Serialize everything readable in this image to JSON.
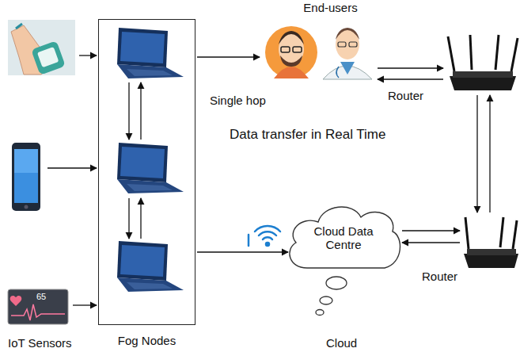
{
  "diagram": {
    "nodes": [
      {
        "text": [
          "Fog Nodes"
        ]
      },
      {
        "text": [
          "End-users"
        ]
      },
      {
        "text": [
          "Router"
        ]
      },
      {
        "text": [
          "Router"
        ]
      },
      {
        "text": [
          "Cloud Data Centre"
        ]
      }
    ],
    "edges": [
      {
        "from": 0,
        "to": 1,
        "arrow": "to",
        "label": "Single hop"
      },
      {
        "from": 1,
        "to": 2,
        "arrow": "to"
      },
      {
        "from": 2,
        "to": 1,
        "arrow": "to"
      },
      {
        "from": 2,
        "to": 3,
        "arrow": "to"
      },
      {
        "from": 3,
        "to": 2,
        "arrow": "to"
      },
      {
        "from": 4,
        "to": 3,
        "arrow": "to"
      },
      {
        "from": 3,
        "to": 4,
        "arrow": "to"
      },
      {
        "from": 0,
        "to": 4,
        "arrow": "to"
      }
    ],
    "labels": [
      "Data transfer in Real Time",
      "IoT Sensors",
      "Cloud",
      "65"
    ]
  }
}
